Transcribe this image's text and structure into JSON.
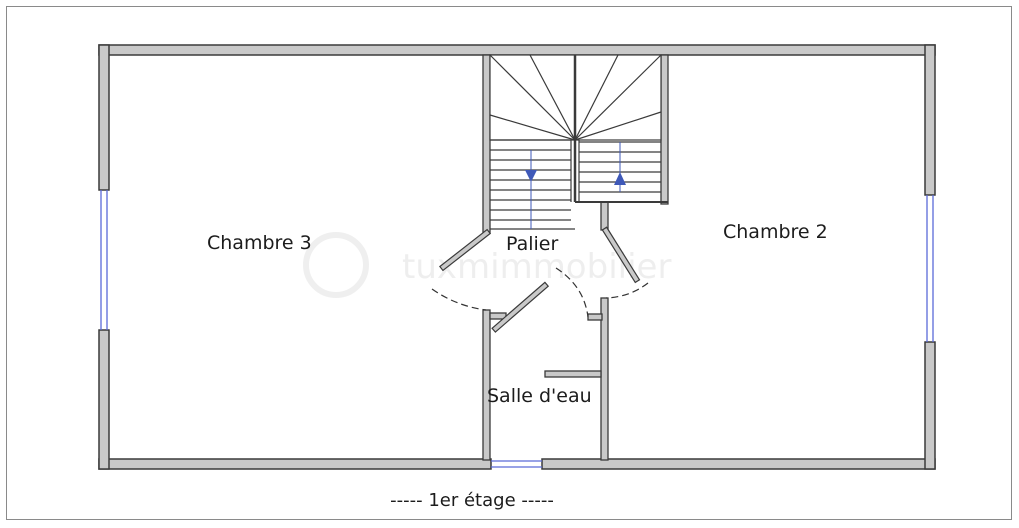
{
  "floor_plan": {
    "caption": "----- 1er étage -----",
    "rooms": {
      "chambre_3": "Chambre 3",
      "chambre_2": "Chambre 2",
      "palier": "Palier",
      "salle_deau": "Salle d'eau"
    },
    "watermark": "tuxmimmobilier",
    "colors": {
      "wall_fill": "#c9c9c9",
      "wall_stroke": "#3a3a3a",
      "window": "#5a6ad8",
      "stair_arrow": "#3f59b8",
      "door_arc": "#333333"
    }
  }
}
